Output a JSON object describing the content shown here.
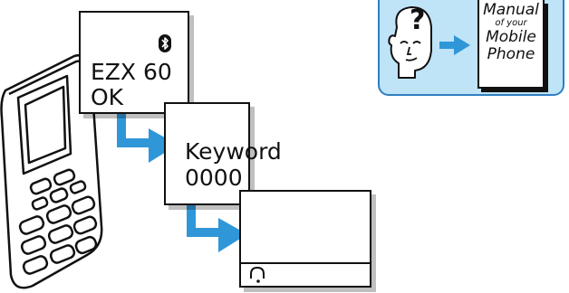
{
  "colors": {
    "arrow_blue": "#2f97d8",
    "panel_blue": "#bfe3f7",
    "panel_border": "#2f7fc1",
    "outline": "#111111"
  },
  "icons": [
    "mobile-phone-illustration",
    "bluetooth-icon",
    "headset-icon",
    "confused-head-icon",
    "question-mark-icon",
    "right-arrow-icon",
    "manual-book-icon"
  ],
  "screens": {
    "device": {
      "line1": "EZX 60",
      "line2": "OK"
    },
    "passkey": {
      "line1": "Keyword",
      "line2": "0000"
    }
  },
  "manual": {
    "line1": "Manual",
    "line2": "of your",
    "line3": "Mobile",
    "line4": "Phone"
  }
}
